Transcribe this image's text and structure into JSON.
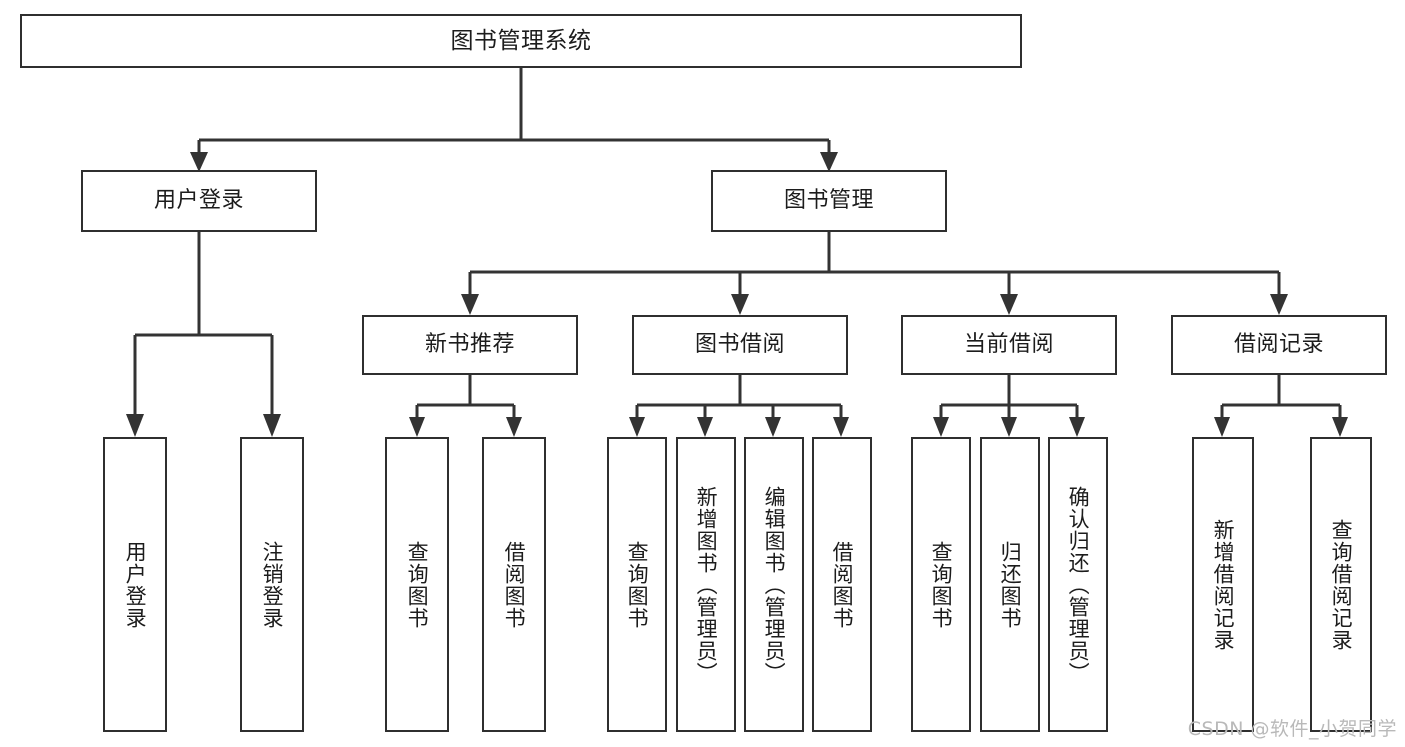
{
  "diagram": {
    "title": "图书管理系统",
    "type": "hierarchy-tree",
    "watermark": "CSDN @软件_小贺同学",
    "colors": {
      "box_border": "#2f2f2f",
      "connector": "#333333",
      "background": "#ffffff",
      "text": "#1c1c1c",
      "watermark": "#b9b9b9"
    },
    "levels": 4
  },
  "nodes": {
    "root": {
      "label": "图书管理系统"
    },
    "level2": [
      {
        "label": "用户登录"
      },
      {
        "label": "图书管理"
      }
    ],
    "level3": [
      {
        "label": "新书推荐"
      },
      {
        "label": "图书借阅"
      },
      {
        "label": "当前借阅"
      },
      {
        "label": "借阅记录"
      }
    ],
    "leaves": {
      "user_login": [
        {
          "label": "用户登录"
        },
        {
          "label": "注销登录"
        }
      ],
      "new_book_recommend": [
        {
          "label": "查询图书"
        },
        {
          "label": "借阅图书"
        }
      ],
      "book_borrow": [
        {
          "label": "查询图书"
        },
        {
          "label": "新增图书（管理员）"
        },
        {
          "label": "编辑图书（管理员）"
        },
        {
          "label": "借阅图书"
        }
      ],
      "current_borrow": [
        {
          "label": "查询图书"
        },
        {
          "label": "归还图书"
        },
        {
          "label": "确认归还（管理员）"
        }
      ],
      "borrow_record": [
        {
          "label": "新增借阅记录"
        },
        {
          "label": "查询借阅记录"
        }
      ]
    }
  }
}
